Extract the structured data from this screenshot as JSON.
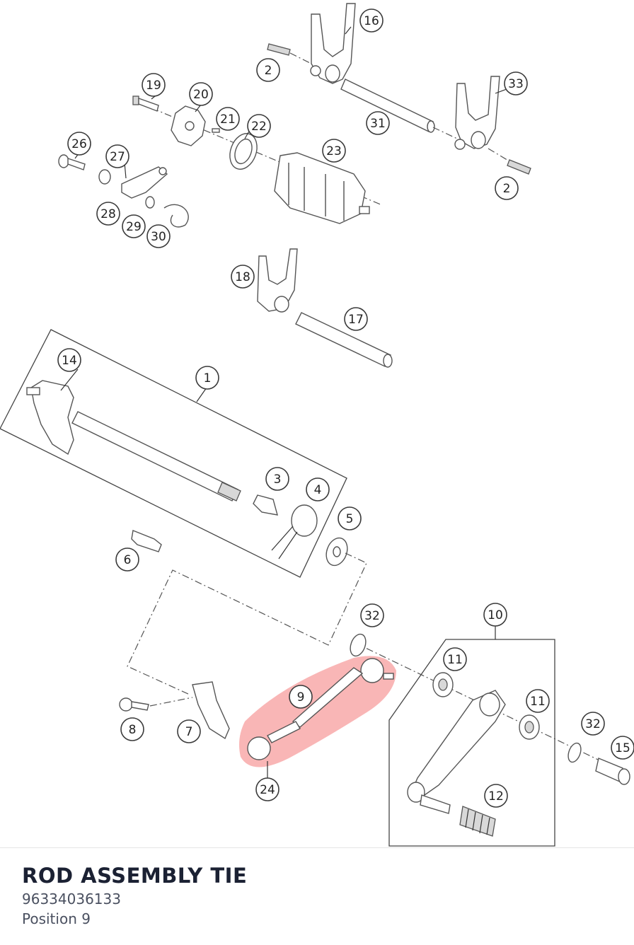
{
  "diagram": {
    "callouts": [
      {
        "id": "c16",
        "label": "16"
      },
      {
        "id": "c2a",
        "label": "2"
      },
      {
        "id": "c33",
        "label": "33"
      },
      {
        "id": "c31",
        "label": "31"
      },
      {
        "id": "c2b",
        "label": "2"
      },
      {
        "id": "c19",
        "label": "19"
      },
      {
        "id": "c20",
        "label": "20"
      },
      {
        "id": "c21",
        "label": "21"
      },
      {
        "id": "c22",
        "label": "22"
      },
      {
        "id": "c23",
        "label": "23"
      },
      {
        "id": "c26",
        "label": "26"
      },
      {
        "id": "c27",
        "label": "27"
      },
      {
        "id": "c28",
        "label": "28"
      },
      {
        "id": "c29",
        "label": "29"
      },
      {
        "id": "c30",
        "label": "30"
      },
      {
        "id": "c18",
        "label": "18"
      },
      {
        "id": "c17",
        "label": "17"
      },
      {
        "id": "c14",
        "label": "14"
      },
      {
        "id": "c1",
        "label": "1"
      },
      {
        "id": "c3",
        "label": "3"
      },
      {
        "id": "c4",
        "label": "4"
      },
      {
        "id": "c5",
        "label": "5"
      },
      {
        "id": "c6",
        "label": "6"
      },
      {
        "id": "c32a",
        "label": "32"
      },
      {
        "id": "c10",
        "label": "10"
      },
      {
        "id": "c11a",
        "label": "11"
      },
      {
        "id": "c11b",
        "label": "11"
      },
      {
        "id": "c9",
        "label": "9"
      },
      {
        "id": "c32b",
        "label": "32"
      },
      {
        "id": "c15",
        "label": "15"
      },
      {
        "id": "c8",
        "label": "8"
      },
      {
        "id": "c7",
        "label": "7"
      },
      {
        "id": "c24",
        "label": "24"
      },
      {
        "id": "c12",
        "label": "12"
      }
    ],
    "highlight_color": "#f47a7a",
    "highlighted_part": "9"
  },
  "part": {
    "name": "ROD ASSEMBLY TIE",
    "number": "96334036133",
    "position": "Position 9"
  }
}
